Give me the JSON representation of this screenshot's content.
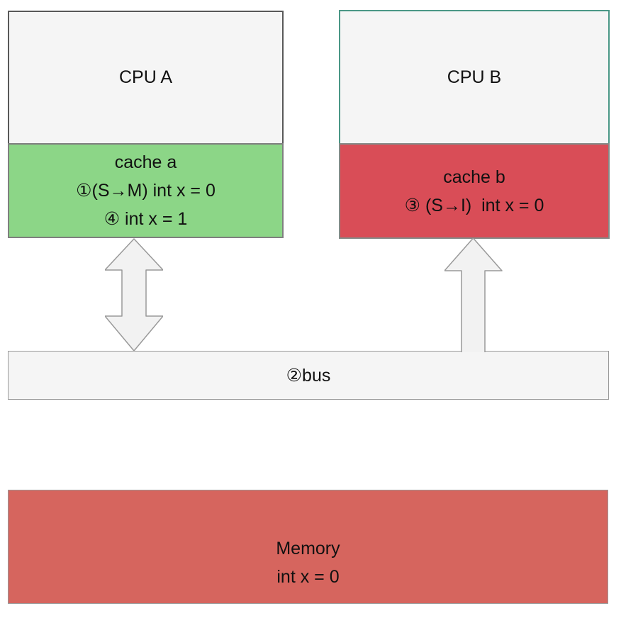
{
  "cpu_a": {
    "label": "CPU A"
  },
  "cpu_b": {
    "label": "CPU B"
  },
  "cache_a": {
    "title": "cache a",
    "lines": [
      "①(S→M) int x = 0",
      "④ int x = 1"
    ]
  },
  "cache_b": {
    "title": "cache b",
    "lines": [
      "③ (S→I)  int x = 0"
    ]
  },
  "bus": {
    "label": "②bus"
  },
  "memory": {
    "title": "Memory",
    "lines": [
      "int x = 0"
    ]
  },
  "icons": {
    "left_arrow": "bidirectional-arrow-icon",
    "right_arrow": "up-arrow-icon"
  },
  "colors": {
    "box_fill": "#F5F5F5",
    "cpu_a_border": "#595959",
    "cpu_b_border": "#4A9786",
    "cache_a_fill": "#8CD687",
    "cache_b_fill": "#D94D57",
    "memory_fill": "#D6655E",
    "bus_fill": "#F5F5F5",
    "gray_border": "#999999",
    "arrow_fill": "#F2F2F2",
    "text_color": "#111111"
  }
}
